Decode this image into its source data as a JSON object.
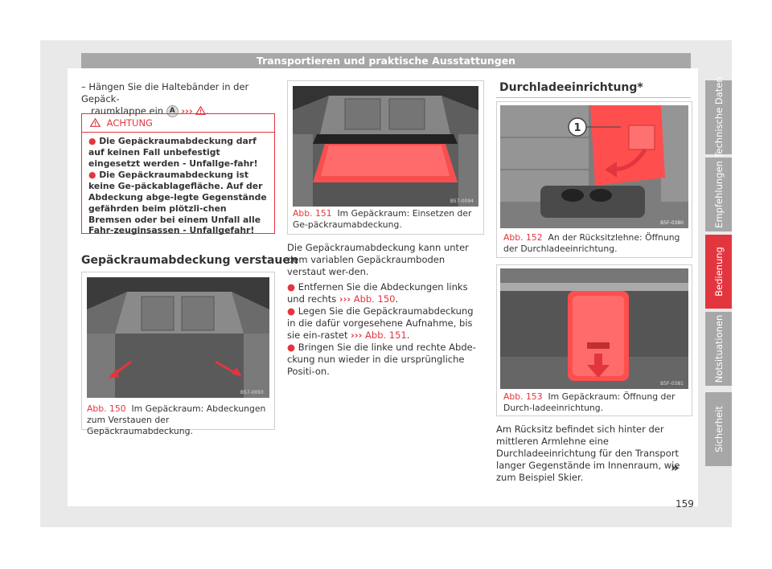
{
  "header": {
    "title": "Transportieren und praktische Ausstattungen"
  },
  "tabs": [
    {
      "label": "Technische Daten",
      "active": false
    },
    {
      "label": "Empfehlungen",
      "active": false
    },
    {
      "label": "Bedienung",
      "active": true
    },
    {
      "label": "Notsituationen",
      "active": false
    },
    {
      "label": "Sicherheit",
      "active": false
    }
  ],
  "col1": {
    "step_dash": "–",
    "step_text1": "Hängen Sie die Haltebänder in der Gepäck-",
    "step_text2": "raumklappe ein",
    "marker_a": "A",
    "arrows": "›››",
    "warning": {
      "title": "ACHTUNG",
      "item1": "Die Gepäckraumabdeckung darf auf keinen Fall unbefestigt eingesetzt werden - Unfallge-fahr!",
      "item2": "Die Gepäckraumabdeckung ist keine Ge-päckablagefläche. Auf der Abdeckung abge-legte Gegenstände gefährden beim plötzli-chen Bremsen oder bei einem Unfall alle Fahr-zeuginsassen - Unfallgefahr!"
    },
    "section_title": "Gepäckraumabdeckung verstauen",
    "fig150": {
      "code": "B57-0093",
      "num": "Abb. 150",
      "caption": "Im Gepäckraum: Abdeckungen zum Verstauen der Gepäckraumabdeckung."
    }
  },
  "col2": {
    "fig151": {
      "code": "B57-0094",
      "num": "Abb. 151",
      "caption": "Im Gepäckraum: Einsetzen der Ge-päckraumabdeckung."
    },
    "intro": "Die Gepäckraumabdeckung kann unter dem variablen Gepäckraumboden verstaut wer-den.",
    "b1_text": "Entfernen Sie die Abdeckungen links und rechts",
    "b1_ref": "Abb. 150",
    "b2_text": "Legen Sie die Gepäckraumabdeckung in die dafür vorgesehene Aufnahme, bis sie ein-rastet",
    "b2_ref": "Abb. 151",
    "b3_text": "Bringen Sie die linke und rechte Abde-ckung nun wieder in die ursprüngliche Positi-on."
  },
  "col3": {
    "section_title": "Durchladeeinrichtung*",
    "fig152": {
      "code": "B5F-0380",
      "num": "Abb. 152",
      "caption": "An der Rücksitzlehne: Öffnung der Durchladeeinrichtung.",
      "callout": "1"
    },
    "fig153": {
      "code": "B5F-0381",
      "num": "Abb. 153",
      "caption": "Im Gepäckraum: Öffnung der Durch-ladeeinrichtung."
    },
    "body": "Am Rücksitz befindet sich hinter der mittleren Armlehne eine Durchladeeinrichtung für den Transport langer Gegenstände im Innenraum, wie zum Beispiel Skier.",
    "continue": "»"
  },
  "page_number": "159",
  "colors": {
    "accent": "#e2363e",
    "tab_gray": "#a7a7a7"
  }
}
